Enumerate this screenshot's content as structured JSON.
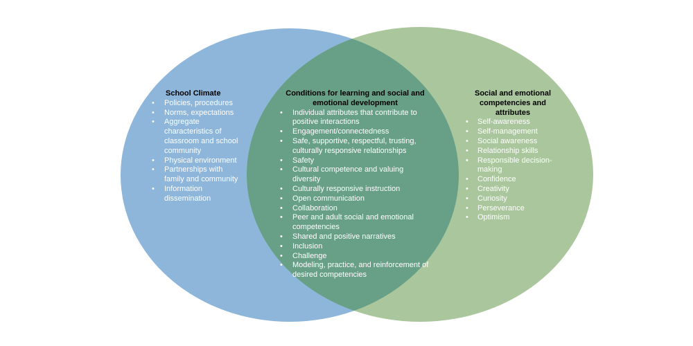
{
  "colors": {
    "left_circle": "#8db6da",
    "right_circle": "#a9c69c",
    "overlap": "#679f87",
    "title_text": "#000000",
    "item_text": "#ffffff"
  },
  "bullet_glyph": "•",
  "sets": {
    "left": {
      "title": "School Climate",
      "items": [
        "Policies, procedures",
        "Norms, expectations",
        "Aggregate characteristics of classroom and school community",
        "Physical environment",
        "Partnerships with family and community",
        "Information dissemination"
      ]
    },
    "center": {
      "title": "Conditions for learning and social and emotional development",
      "items": [
        "Individual attributes that contribute to positive interactions",
        "Engagement/connectedness",
        "Safe, supportive, respectful, trusting, culturally responsive relationships",
        "Safety",
        "Cultural competence and valuing diversity",
        "Culturally responsive instruction",
        "Open communication",
        "Collaboration",
        "Peer and adult social and emotional competencies",
        "Shared and positive narratives",
        "Inclusion",
        "Challenge",
        "Modeling, practice, and reinforcement of desired competencies"
      ]
    },
    "right": {
      "title": "Social and emotional competencies and attributes",
      "items": [
        "Self-awareness",
        "Self-management",
        "Social awareness",
        "Relationship skills",
        "Responsible decision-making",
        "Confidence",
        "Creativity",
        "Curiosity",
        "Perseverance",
        "Optimism"
      ]
    }
  }
}
